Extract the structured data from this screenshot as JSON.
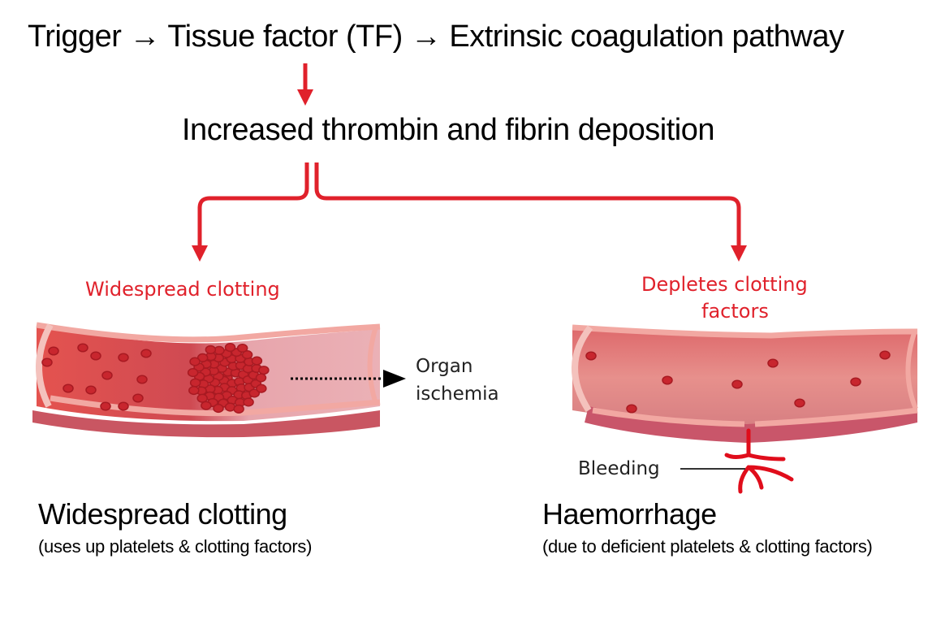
{
  "flow": {
    "trigger_line": "Trigger → Tissue factor (TF) → Extrinsic coagulation pathway",
    "middle_line": "Increased thrombin and fibrin deposition"
  },
  "left": {
    "label": "Widespread clotting",
    "effect_label_1": "Organ",
    "effect_label_2": "ischemia",
    "title": "Widespread clotting",
    "subtitle": "(uses up platelets & clotting factors)"
  },
  "right": {
    "label_1": "Depletes clotting",
    "label_2": "factors",
    "bleeding_label": "Bleeding",
    "title": "Haemorrhage",
    "subtitle": "(due to deficient platelets & clotting factors)"
  },
  "colors": {
    "arrow": "#e0212b",
    "vessel": "#d9555e",
    "vessel_wall": "#f2a8a2",
    "blood": "#e00d1b"
  }
}
